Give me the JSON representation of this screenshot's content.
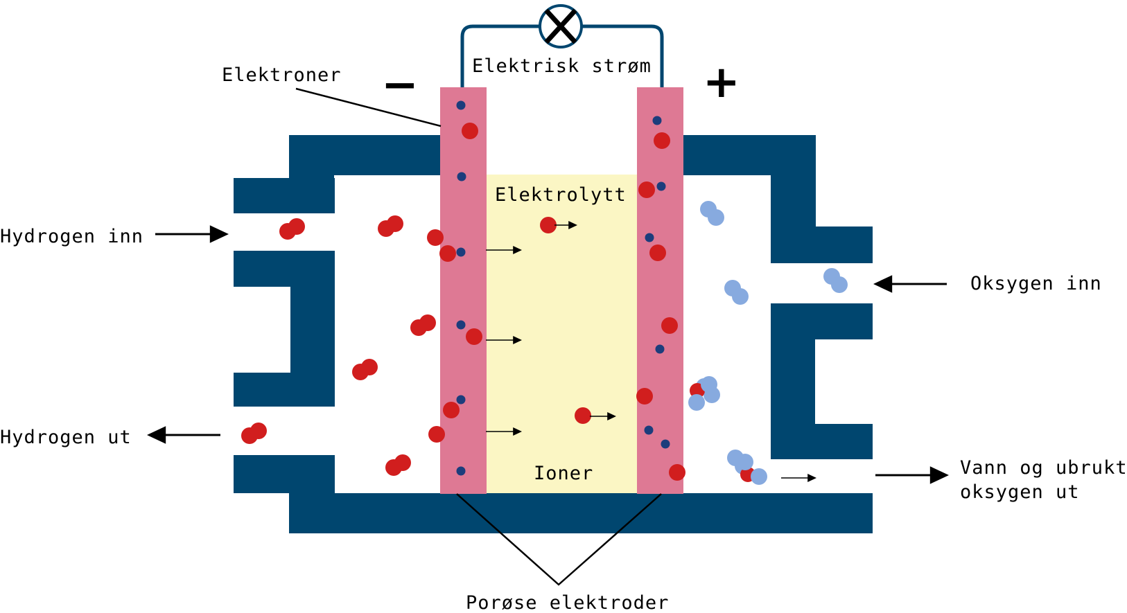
{
  "labels": {
    "electrons": "Elektroner",
    "current": "Elektrisk strøm",
    "minus": "−",
    "plus": "+",
    "electrolyte": "Elektrolytt",
    "ions": "Ioner",
    "porous_electrodes": "Porøse elektroder",
    "hydrogen_in": "Hydrogen inn",
    "hydrogen_out": "Hydrogen ut",
    "oxygen_in": "Oksygen inn",
    "water_out_line1": "Vann og ubrukt",
    "water_out_line2": "oksygen ut"
  },
  "colors": {
    "housing": "#00466f",
    "electrode": "#de7994",
    "electrolyte": "#fbf6c4",
    "hydrogen": "#d11e1e",
    "electron": "#1c3d7c",
    "oxygen": "#87aadf",
    "wire": "#00466f",
    "lamp_fill": "#ffffff"
  },
  "icons": {
    "lamp": "lamp-cross-icon",
    "arrow": "arrow-icon"
  }
}
